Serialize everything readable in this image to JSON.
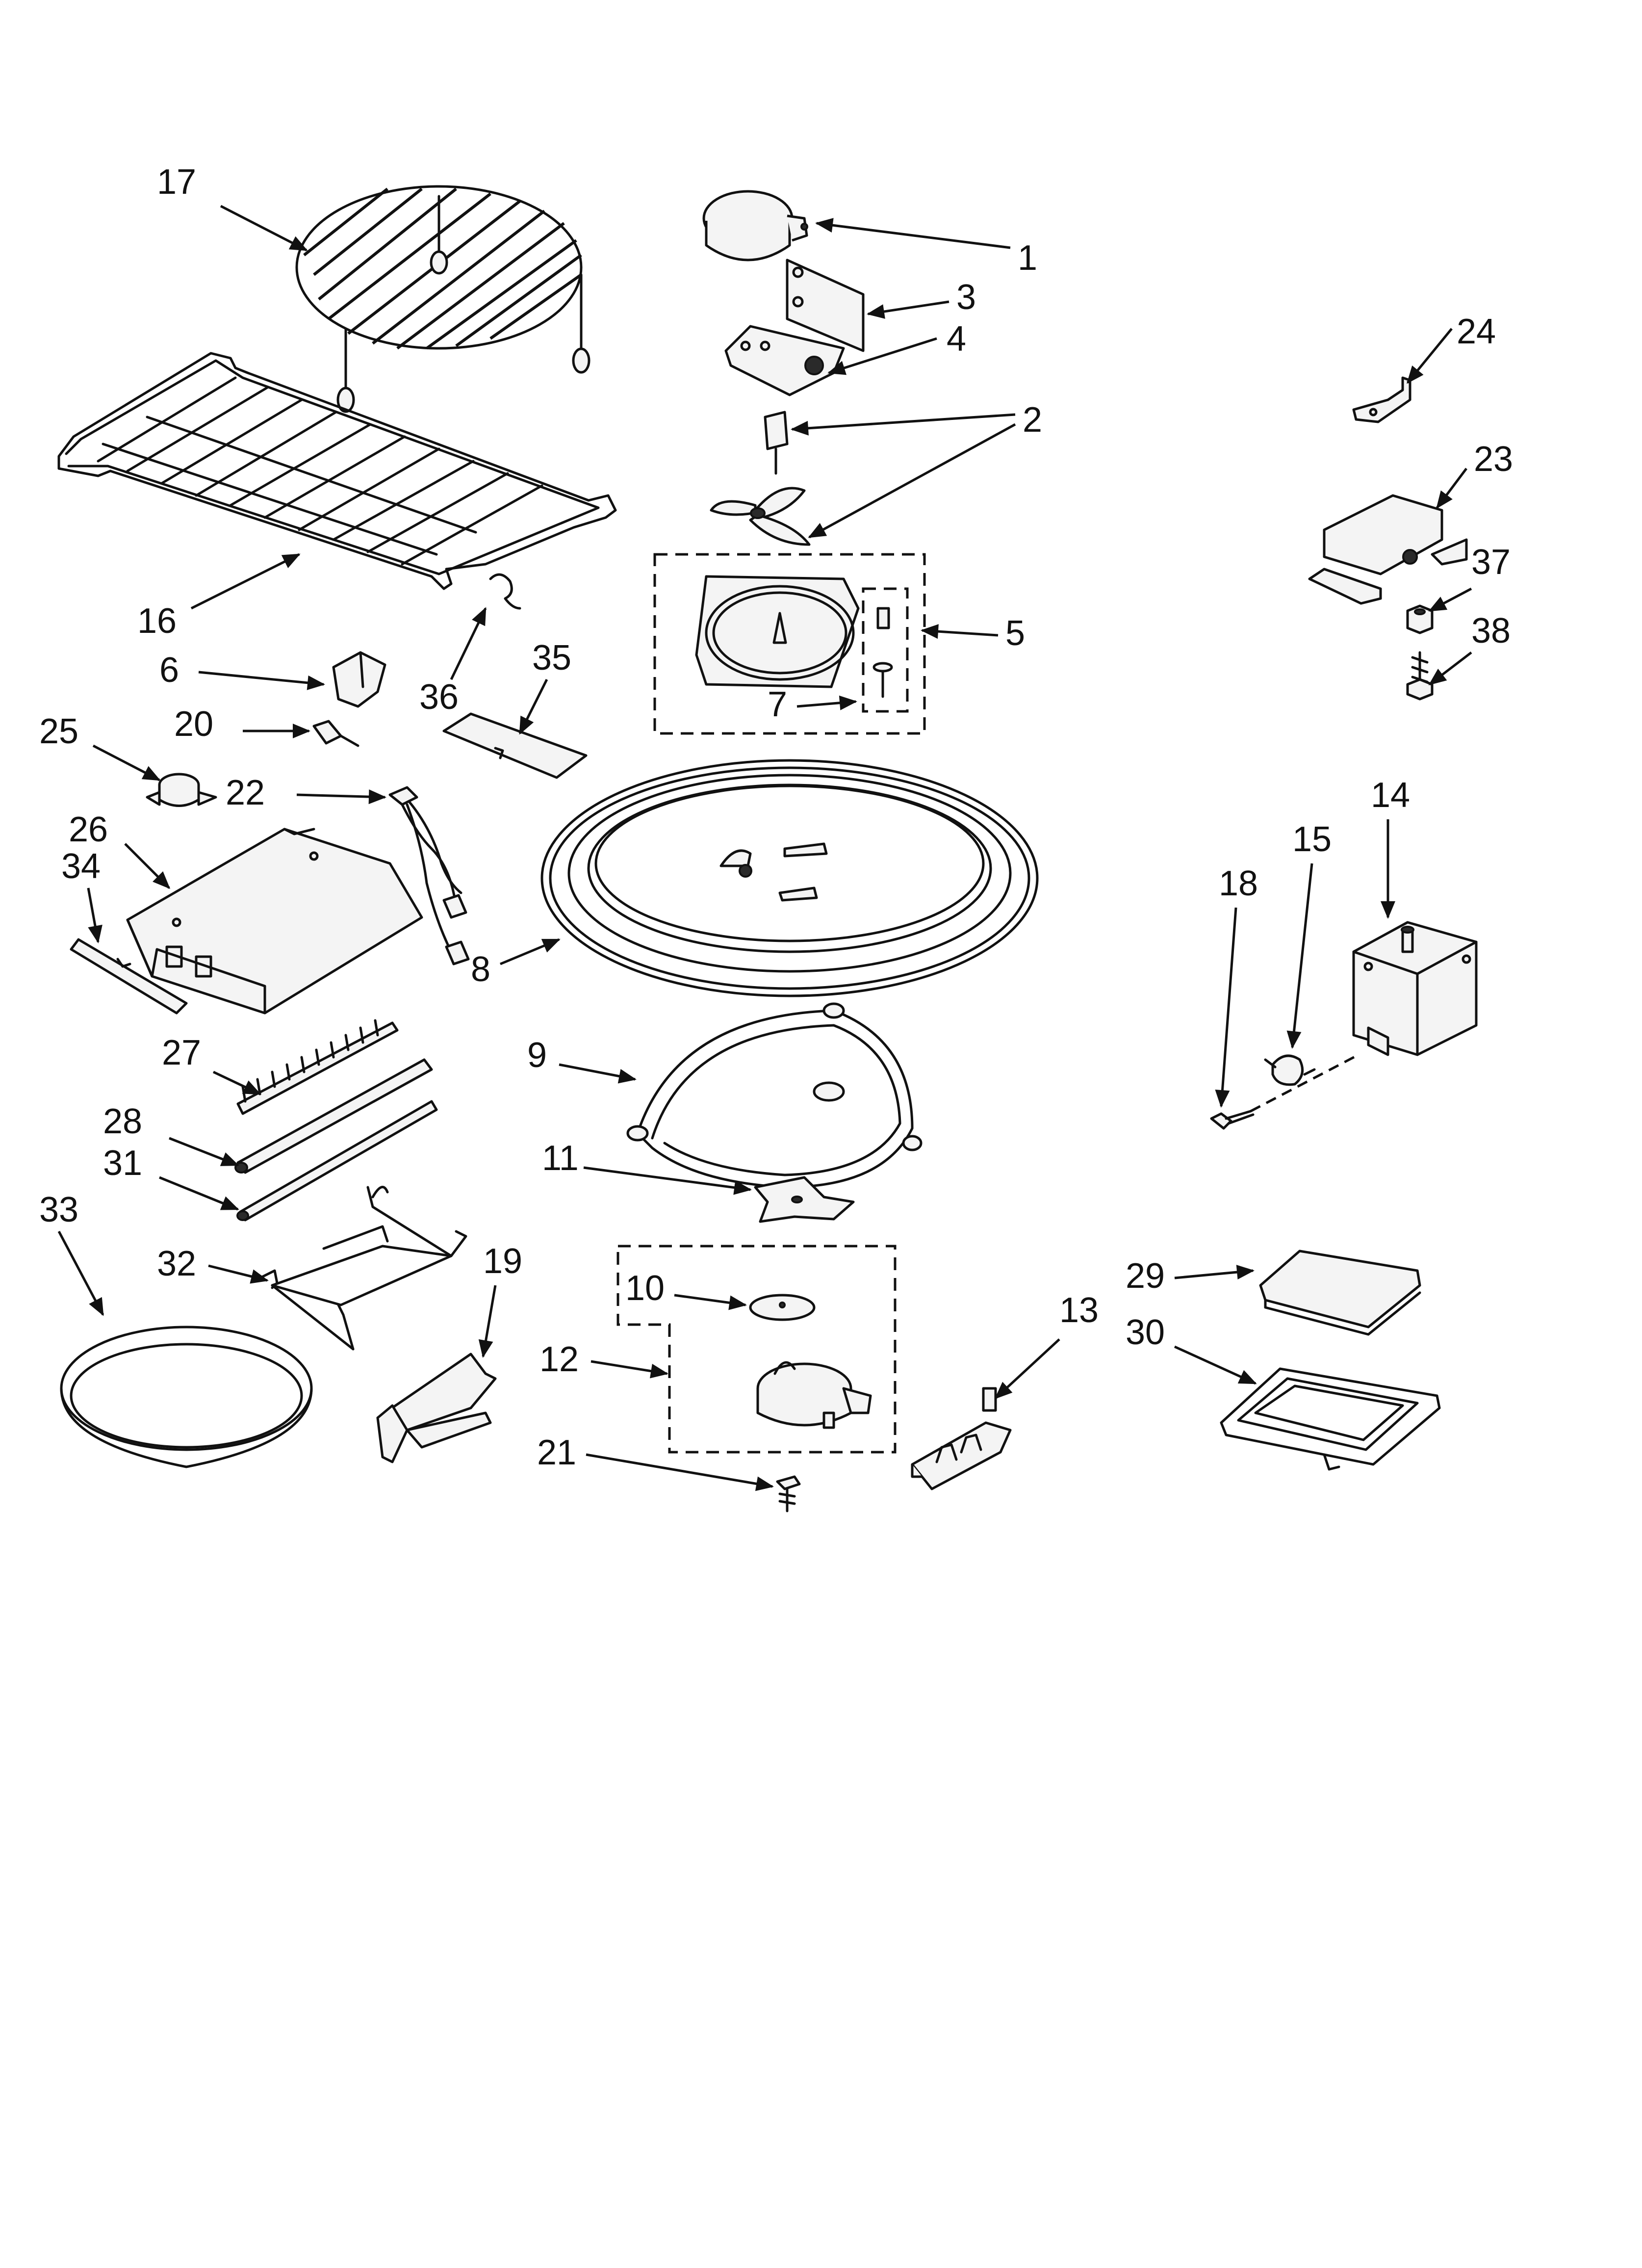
{
  "diagram": {
    "type": "exploded-parts-diagram",
    "callouts": [
      {
        "id": "c1",
        "label": "1"
      },
      {
        "id": "c2",
        "label": "2"
      },
      {
        "id": "c3",
        "label": "3"
      },
      {
        "id": "c4",
        "label": "4"
      },
      {
        "id": "c5",
        "label": "5"
      },
      {
        "id": "c6",
        "label": "6"
      },
      {
        "id": "c7",
        "label": "7"
      },
      {
        "id": "c8",
        "label": "8"
      },
      {
        "id": "c9",
        "label": "9"
      },
      {
        "id": "c10",
        "label": "10"
      },
      {
        "id": "c11",
        "label": "11"
      },
      {
        "id": "c12",
        "label": "12"
      },
      {
        "id": "c13",
        "label": "13"
      },
      {
        "id": "c14",
        "label": "14"
      },
      {
        "id": "c15",
        "label": "15"
      },
      {
        "id": "c16",
        "label": "16"
      },
      {
        "id": "c17",
        "label": "17"
      },
      {
        "id": "c18",
        "label": "18"
      },
      {
        "id": "c19",
        "label": "19"
      },
      {
        "id": "c20",
        "label": "20"
      },
      {
        "id": "c21",
        "label": "21"
      },
      {
        "id": "c22",
        "label": "22"
      },
      {
        "id": "c23",
        "label": "23"
      },
      {
        "id": "c24",
        "label": "24"
      },
      {
        "id": "c25",
        "label": "25"
      },
      {
        "id": "c26",
        "label": "26"
      },
      {
        "id": "c27",
        "label": "27"
      },
      {
        "id": "c28",
        "label": "28"
      },
      {
        "id": "c29",
        "label": "29"
      },
      {
        "id": "c30",
        "label": "30"
      },
      {
        "id": "c31",
        "label": "31"
      },
      {
        "id": "c32",
        "label": "32"
      },
      {
        "id": "c33",
        "label": "33"
      },
      {
        "id": "c34",
        "label": "34"
      },
      {
        "id": "c35",
        "label": "35"
      },
      {
        "id": "c36",
        "label": "36"
      },
      {
        "id": "c37",
        "label": "37"
      },
      {
        "id": "c38",
        "label": "38"
      }
    ],
    "colors": {
      "line": "#111111",
      "background": "#ffffff"
    }
  }
}
